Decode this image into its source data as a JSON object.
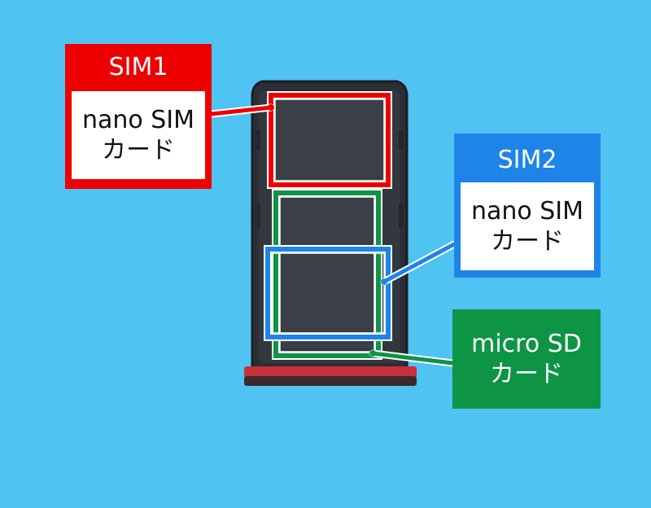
{
  "colors": {
    "background": "#4fc3f1",
    "sim1": "#ee0000",
    "sim2": "#1f84e8",
    "micro_sd": "#0d9444",
    "tray": "#2a2d33",
    "tray_edge": "#c8303a"
  },
  "callouts": {
    "sim1": {
      "title": "SIM1",
      "line1": "nano SIM",
      "line2": "カード"
    },
    "sim2": {
      "title": "SIM2",
      "line1": "nano SIM",
      "line2": "カード"
    },
    "micro_sd": {
      "line1": "micro SD",
      "line2": "カード"
    }
  }
}
